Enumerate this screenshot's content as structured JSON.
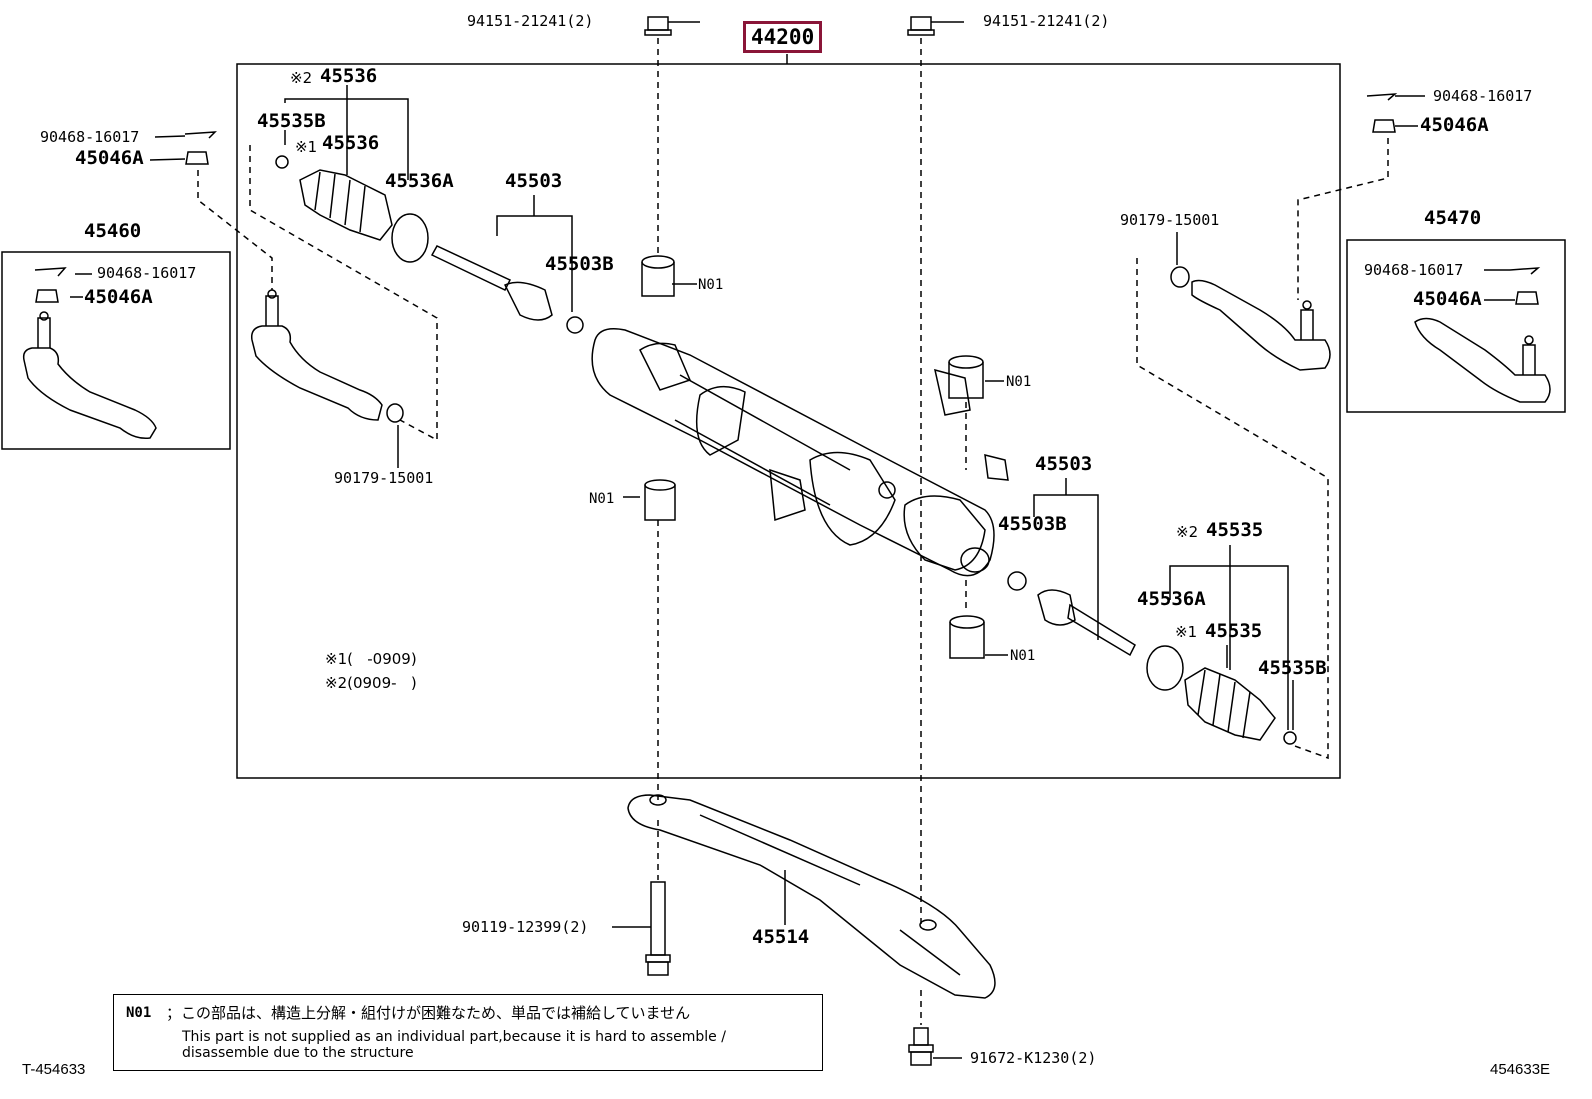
{
  "diagram": {
    "assembly_code": "44200",
    "labels": {
      "bolt_top_left": "94151-21241(2)",
      "bolt_top_right": "94151-21241(2)",
      "boot_left_code2": "45536",
      "boot_left_mark2": "※2",
      "clip_left": "45535B",
      "boot_left_mark1": "※1",
      "boot_left_code1": "45536",
      "clamp_left": "45536A",
      "rod_left": "45503",
      "washer_left": "45503B",
      "cotter_left": "90468-16017",
      "nut_left": "45046A",
      "end_left_box": "45460",
      "cotter_left_box": "90468-16017",
      "nut_left_box": "45046A",
      "bush_left_lower": "90179-15001",
      "n01_a": "N01",
      "n01_b": "N01",
      "n01_c": "N01",
      "n01_d": "N01",
      "cotter_right": "90468-16017",
      "nut_right": "45046A",
      "bush_right": "90179-15001",
      "end_right_box": "45470",
      "cotter_right_box": "90468-16017",
      "nut_right_box": "45046A",
      "rod_right": "45503",
      "washer_right": "45503B",
      "boot_right_mark2": "※2",
      "boot_right_code2": "45535",
      "clamp_right": "45536A",
      "boot_right_mark1": "※1",
      "boot_right_code1": "45535",
      "clip_right": "45535B",
      "bracket": "45514",
      "bolt_lower_left": "90119-12399(2)",
      "bolt_lower_right": "91672-K1230(2)",
      "note1": "※1(   -0909)",
      "note2": "※2(0909-   )"
    },
    "footnote": {
      "code": "N01",
      "japanese": "；この部品は、構造上分解・組付けが困難なため、単品では補給していません",
      "english": "This part is not supplied as an individual part,because it is hard to assemble / disassemble due to the structure"
    },
    "corner_left": "T-454633",
    "corner_right": "454633E"
  }
}
